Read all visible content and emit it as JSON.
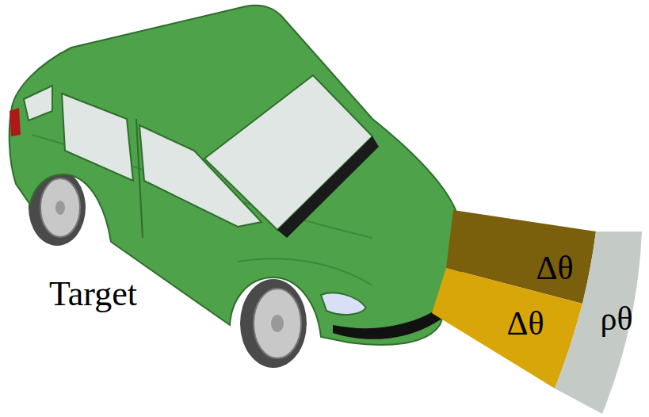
{
  "diagram": {
    "nodes": [
      {
        "text": [
          "Δθ"
        ]
      },
      {
        "text": [
          "Δθ"
        ]
      },
      {
        "text": [
          "ρθ"
        ]
      }
    ],
    "labels": [
      "Target"
    ]
  }
}
